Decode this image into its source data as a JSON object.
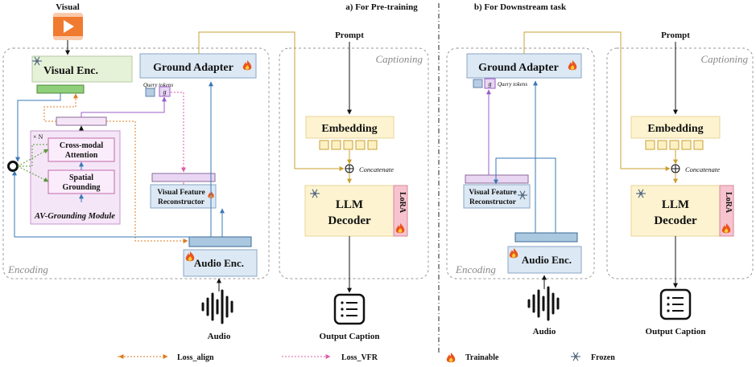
{
  "panels": {
    "pretrain_title": "a) For Pre-training",
    "downstream_title": "b) For Downstream task"
  },
  "regions": {
    "encoding": "Encoding",
    "captioning": "Captioning"
  },
  "inputs": {
    "visual": "Visual",
    "prompt": "Prompt",
    "audio": "Audio"
  },
  "modules": {
    "visual_enc": "Visual Enc.",
    "ground_adapter": "Ground Adapter",
    "query_tokens": "Query tokens",
    "g_token": "g",
    "repeat": "× N",
    "cross_modal_1": "Cross-modal",
    "cross_modal_2": "Attention",
    "spatial_1": "Spatial",
    "spatial_2": "Grounding",
    "av_grounding": "AV-Grounding Module",
    "vfr_1": "Visual Feature",
    "vfr_2": "Reconstructor",
    "audio_enc": "Audio Enc.",
    "embedding": "Embedding",
    "concatenate": "Concatenate",
    "llm_1": "LLM",
    "llm_2": "Decoder",
    "lora": "LoRA",
    "output": "Output Caption"
  },
  "legend": {
    "loss_align": "Loss_align",
    "loss_vfr": "Loss_VFR",
    "trainable": "Trainable",
    "frozen": "Frozen"
  },
  "colors": {
    "orange_line": "#e07b20",
    "pink_line": "#e05aa8",
    "purple_line": "#9a5fc8",
    "blue_line": "#3a78b5",
    "gold_line": "#c9a030",
    "box_blue": "#dce8f4",
    "box_green": "#e6f2d8",
    "box_purple": "#f5e6f7",
    "box_yellow": "#fdf3d0",
    "lora_pink": "#f6c3cf"
  }
}
